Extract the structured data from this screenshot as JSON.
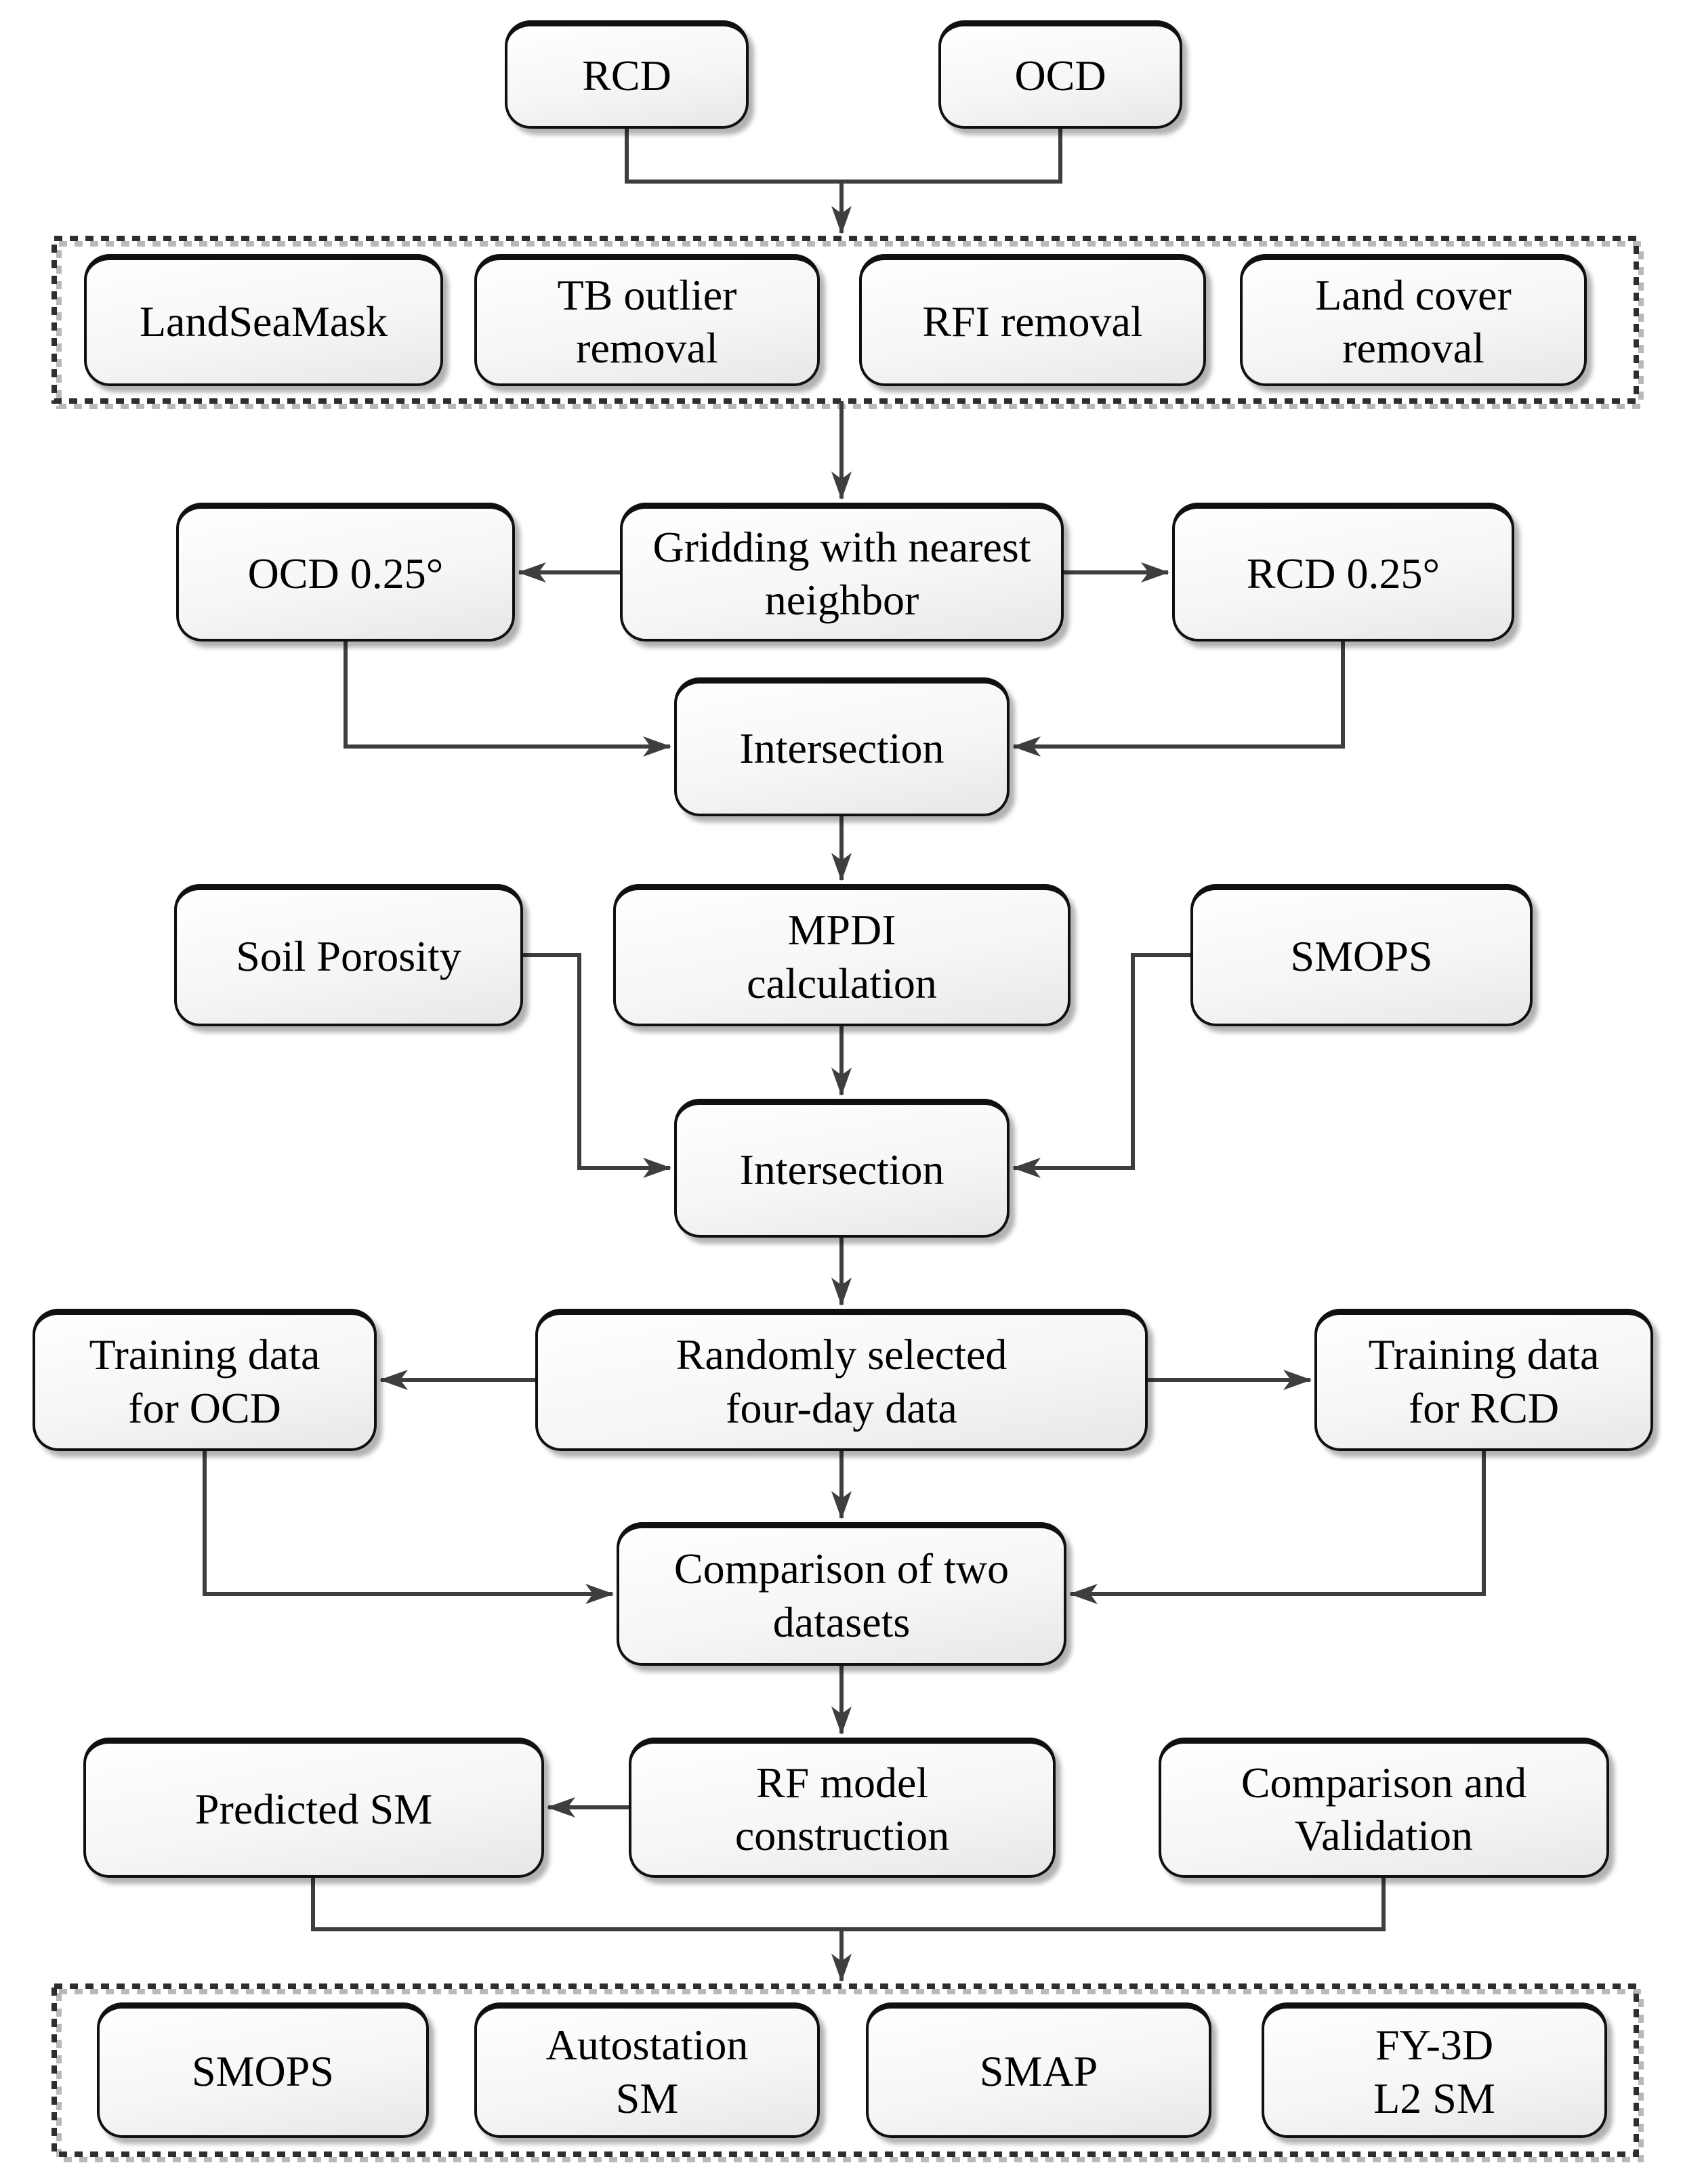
{
  "nodes": {
    "rcd": {
      "label": "RCD"
    },
    "ocd": {
      "label": "OCD"
    },
    "landseamask": {
      "label": "LandSeaMask"
    },
    "tb_outlier": {
      "label": "TB outlier\nremoval"
    },
    "rfi_removal": {
      "label": "RFI removal"
    },
    "land_cover": {
      "label": "Land cover\nremoval"
    },
    "ocd025": {
      "label": "OCD 0.25°"
    },
    "gridding": {
      "label": "Gridding with nearest\nneighbor"
    },
    "rcd025": {
      "label": "RCD 0.25°"
    },
    "intersection1": {
      "label": "Intersection"
    },
    "soil_porosity": {
      "label": "Soil Porosity"
    },
    "mpdi": {
      "label": "MPDI\ncalculation"
    },
    "smops_in": {
      "label": "SMOPS"
    },
    "intersection2": {
      "label": "Intersection"
    },
    "training_ocd": {
      "label": "Training data\nfor OCD"
    },
    "random_four_day": {
      "label": "Randomly selected\nfour-day data"
    },
    "training_rcd": {
      "label": "Training data\nfor RCD"
    },
    "comparison_datasets": {
      "label": "Comparison of two\ndatasets"
    },
    "predicted_sm": {
      "label": "Predicted SM"
    },
    "rf_model": {
      "label": "RF model\nconstruction"
    },
    "comparison_validation": {
      "label": "Comparison and\nValidation"
    },
    "smops_out": {
      "label": "SMOPS"
    },
    "autostation_sm": {
      "label": "Autostation\nSM"
    },
    "smap": {
      "label": "SMAP"
    },
    "fy3d": {
      "label": "FY-3D\nL2 SM"
    }
  },
  "colors": {
    "box_border": "#101010",
    "box_fill_top": "#ffffff",
    "box_fill_bottom": "#e7e7e7",
    "connector_line": "#3e3e3e",
    "dashed_group_border": "#2e2e2e",
    "background": "#ffffff"
  }
}
